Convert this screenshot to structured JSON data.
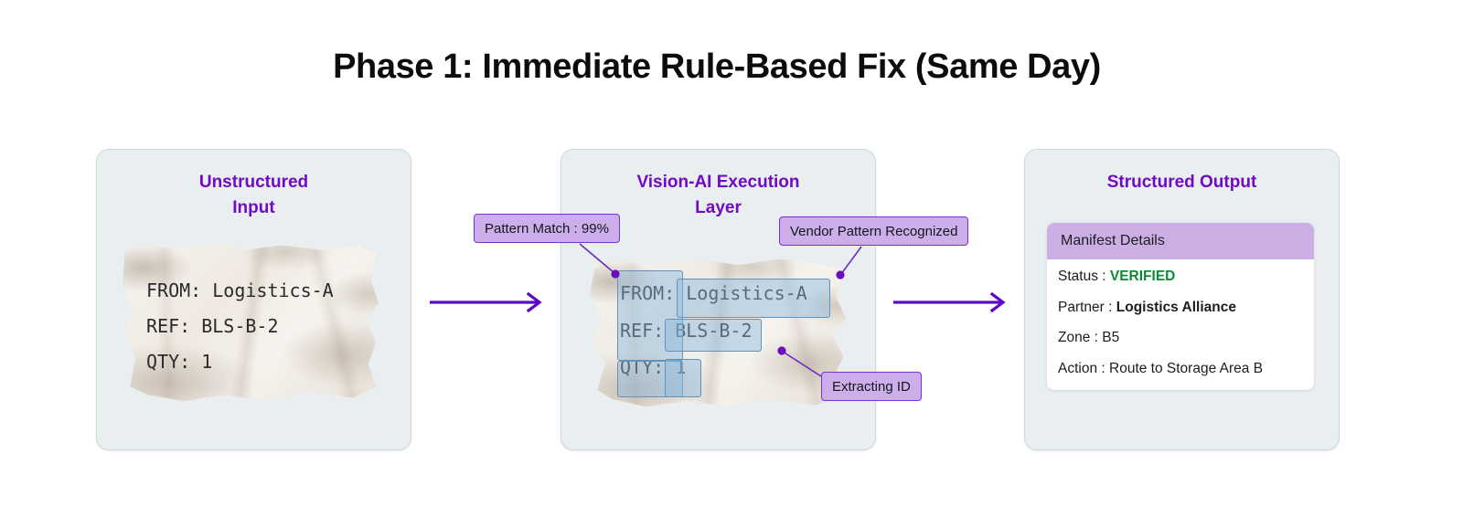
{
  "page": {
    "title": "Phase 1: Immediate Rule-Based Fix (Same Day)",
    "accent_purple": "#7209c4",
    "panel_bg": "#e9eff1",
    "badge_bg": "#cbaeea",
    "badge_border": "#7a2fd0",
    "verified_green": "#0b8a38",
    "ocr_highlight": "#8cbade"
  },
  "panels": [
    {
      "id": "unstructured-input",
      "title": "Unstructured\nInput",
      "label_lines": [
        "FROM: Logistics-A",
        "REF: BLS-B-2",
        "QTY: 1"
      ]
    },
    {
      "id": "vision-ai-execution-layer",
      "title": "Vision-AI Execution\nLayer",
      "label_lines": [
        "FROM: Logistics-A",
        "REF: BLS-B-2",
        "QTY: 1"
      ]
    },
    {
      "id": "structured-output",
      "title": "Structured Output"
    }
  ],
  "annotations": [
    {
      "id": "pattern-match",
      "text": "Pattern Match : 99%"
    },
    {
      "id": "vendor-pattern",
      "text": "Vendor Pattern Recognized"
    },
    {
      "id": "extracting-id",
      "text": "Extracting ID"
    }
  ],
  "output_card": {
    "header": "Manifest Details",
    "rows": [
      {
        "key": "Status",
        "sep": " : ",
        "value": "VERIFIED",
        "style": "verified"
      },
      {
        "key": "Partner",
        "sep": " : ",
        "value": "Logistics Alliance",
        "style": "bold"
      },
      {
        "key": "Zone",
        "sep": " : ",
        "value": "B5",
        "style": "plain"
      },
      {
        "key": "Action",
        "sep": " : ",
        "value": "Route to Storage Area B",
        "style": "plain"
      }
    ]
  },
  "flow": {
    "arrow_1": "input-to-vision",
    "arrow_2": "vision-to-output"
  }
}
